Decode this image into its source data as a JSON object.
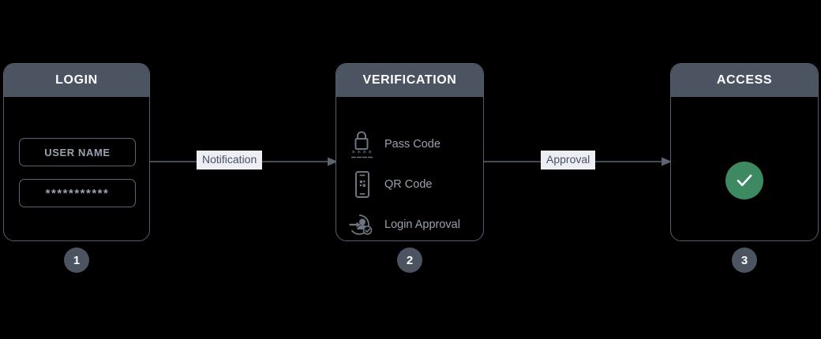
{
  "theme": {
    "background": "#000000",
    "header_fill": "#4c5361",
    "card_border": "#565d6c",
    "muted_text": "#99a1ad",
    "label_background": "#eceef4",
    "label_text": "#4a5160",
    "success_green": "#3d8a62",
    "badge_fill": "#4c5361"
  },
  "cards": [
    {
      "id": "login",
      "title": "LOGIN",
      "step": "1",
      "fields": [
        {
          "name": "username",
          "value": "USER NAME"
        },
        {
          "name": "password",
          "value": "***********"
        }
      ]
    },
    {
      "id": "verification",
      "title": "VERIFICATION",
      "step": "2",
      "options": [
        {
          "icon": "lock-passcode-icon",
          "label": "Pass Code"
        },
        {
          "icon": "mobile-qr-code-icon",
          "label": "QR Code"
        },
        {
          "icon": "login-approval-icon",
          "label": "Login Approval"
        }
      ]
    },
    {
      "id": "access",
      "title": "ACCESS",
      "step": "3",
      "status_icon": "green-check-circle-icon"
    }
  ],
  "connectors": [
    {
      "id": "notification",
      "label": "Notification",
      "from": "login",
      "to": "verification"
    },
    {
      "id": "approval",
      "label": "Approval",
      "from": "verification",
      "to": "access"
    }
  ]
}
